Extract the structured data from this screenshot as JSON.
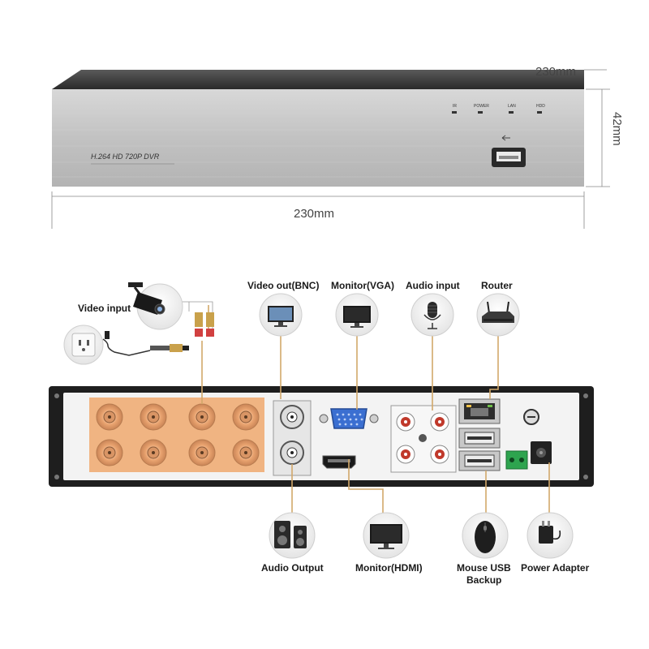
{
  "front_panel": {
    "model_text": "H.264 HD 720P DVR",
    "leds": [
      "IR",
      "POWER",
      "LAN",
      "HDD"
    ],
    "dim_width_top": "230mm",
    "dim_width_bottom": "230mm",
    "dim_height": "42mm"
  },
  "connections": {
    "video_input": "Video input",
    "video_out_bnc": "Video out(BNC)",
    "monitor_vga": "Monitor(VGA)",
    "audio_input": "Audio input",
    "router": "Router",
    "audio_output": "Audio Output",
    "monitor_hdmi": "Monitor(HDMI)",
    "mouse_usb_line1": "Mouse USB",
    "mouse_usb_line2": "Backup",
    "power_adapter": "Power Adapter"
  },
  "colors": {
    "bnc_panel": "#f0b482",
    "lead_line": "#d2a86a",
    "chassis": "#1e1e1e",
    "steel": "#c9c9c9"
  }
}
